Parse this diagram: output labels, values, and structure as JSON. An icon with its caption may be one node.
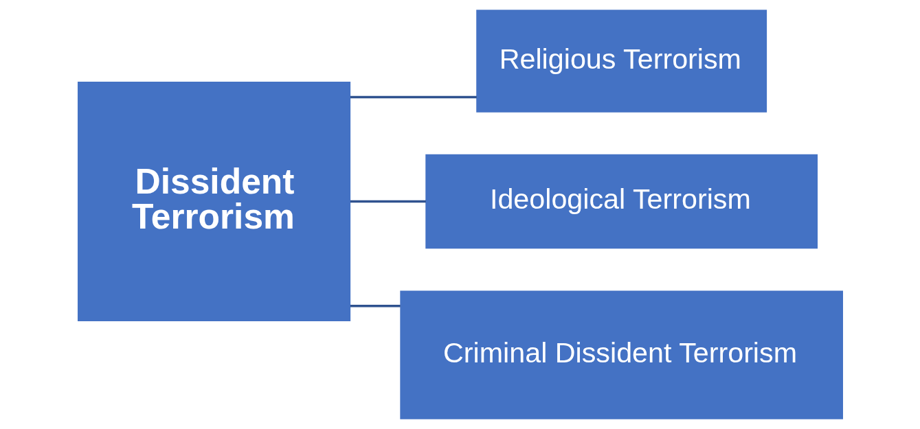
{
  "diagram": {
    "nodes": [
      {
        "text": [
          "Dissident Terrorism"
        ]
      },
      {
        "text": [
          "Religious Terrorism"
        ]
      },
      {
        "text": [
          "Ideological Terrorism"
        ]
      },
      {
        "text": [
          "Criminal Dissident Terrorism"
        ]
      }
    ],
    "edges": [
      {
        "from": 0,
        "to": 1,
        "arrow": "none"
      },
      {
        "from": 0,
        "to": 2,
        "arrow": "none"
      },
      {
        "from": 0,
        "to": 3,
        "arrow": "none"
      }
    ]
  }
}
